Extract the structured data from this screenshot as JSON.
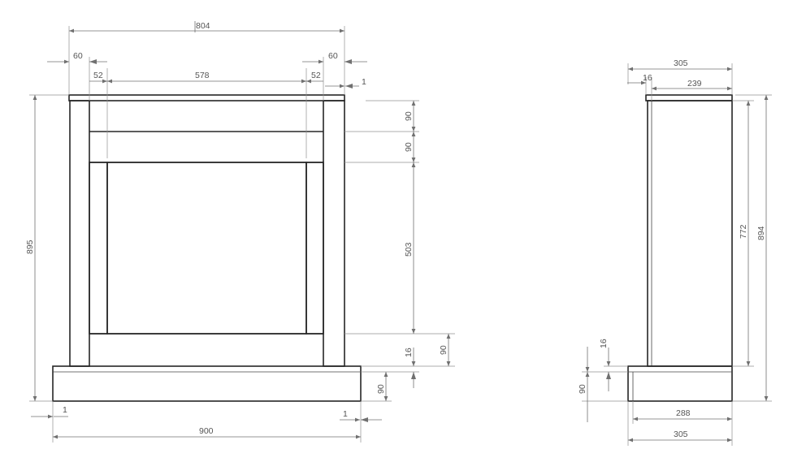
{
  "front_view": {
    "overall_width_top": "804",
    "left_margin": "60",
    "right_margin": "60",
    "left_pillar": "52",
    "opening_width": "578",
    "right_pillar": "52",
    "right_offset": "1",
    "total_height": "895",
    "top_band": "90",
    "second_band": "90",
    "opening_height": "503",
    "lower_band": "90",
    "plinth_gap": "16",
    "plinth_height": "90",
    "base_offset_left": "1",
    "base_offset_right": "1",
    "base_width": "900"
  },
  "side_view": {
    "top_depth": "305",
    "top_lip": "16",
    "body_depth": "239",
    "body_height": "772",
    "total_height": "894",
    "plinth_gap": "16",
    "plinth_height": "90",
    "base_depth_inner": "288",
    "base_depth": "305"
  }
}
